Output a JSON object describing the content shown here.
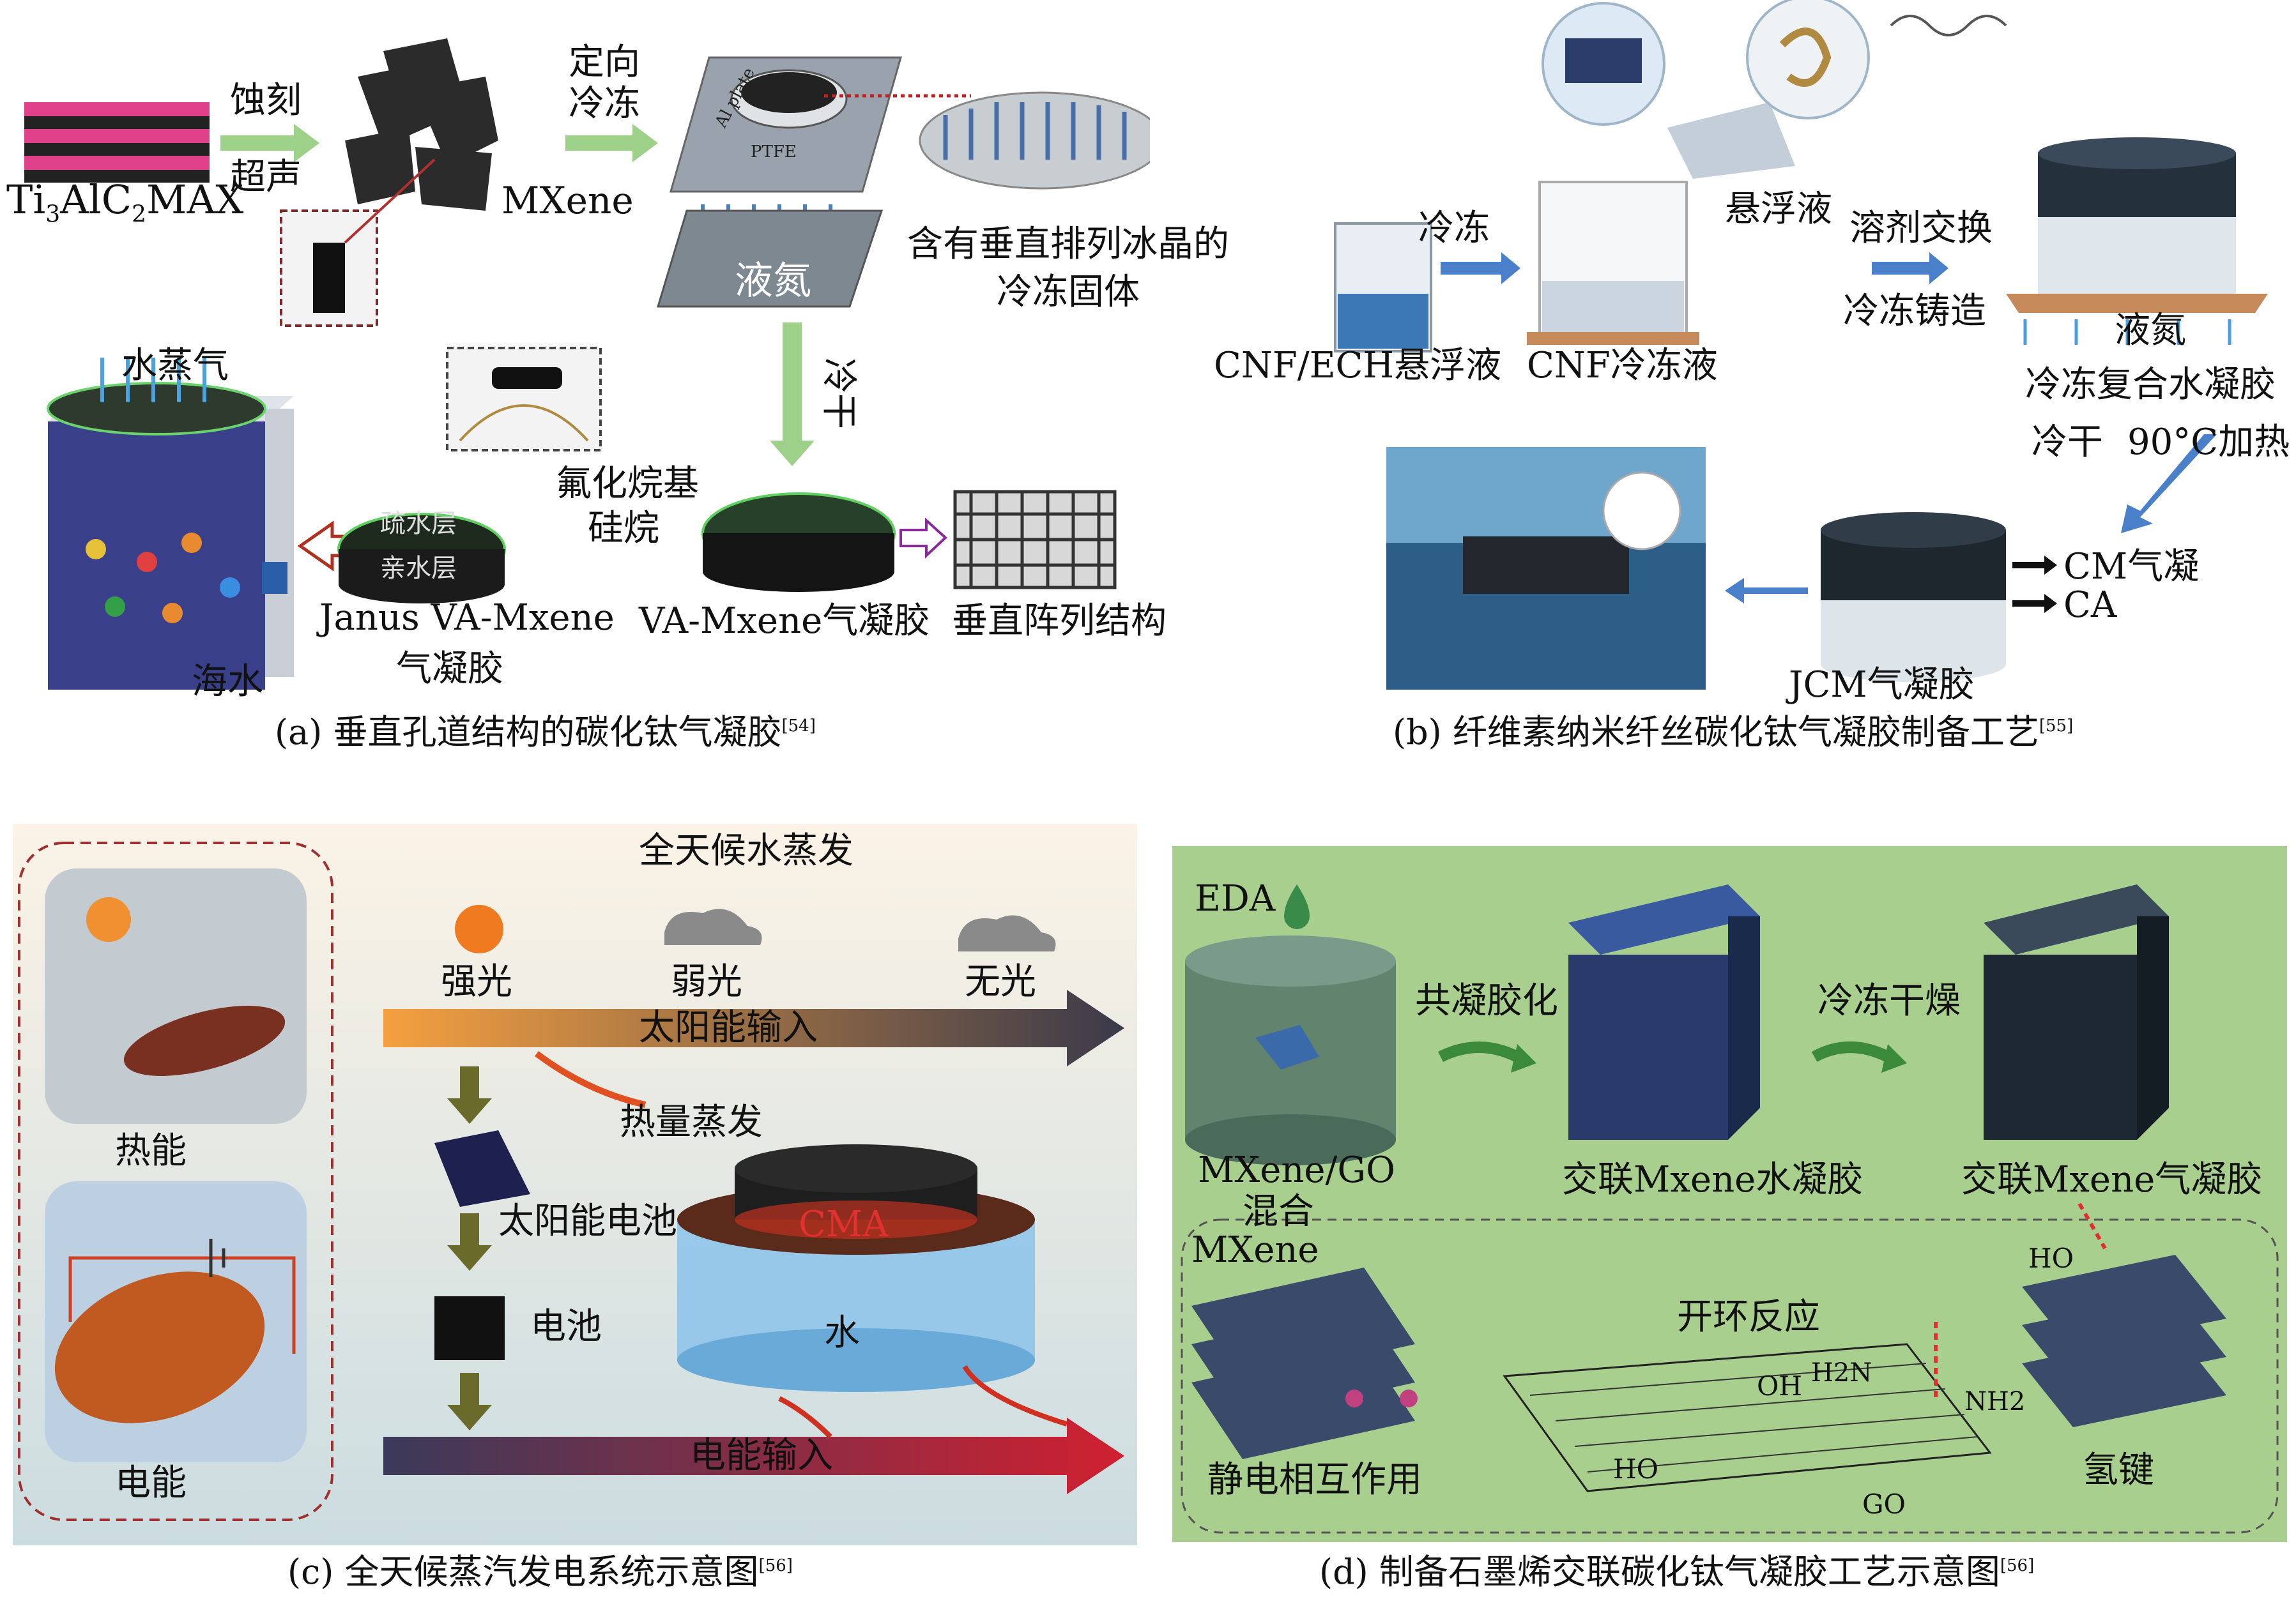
{
  "panel_a": {
    "max_label": "Ti3AlC2MAX",
    "etch": "蚀刻",
    "ultrasound": "超声",
    "mxene": "MXene",
    "directional": "定向",
    "freeze": "冷冻",
    "liquid_nitrogen": "液氮",
    "frozen_solid_l1": "含有垂直排列冰晶的",
    "frozen_solid_l2": "冷冻固体",
    "freeze_dry": "冷干",
    "water_vapor": "水蒸气",
    "fluoro_l1": "氟化烷基",
    "fluoro_l2": "硅烷",
    "hydrophobic_layer": "疏水层",
    "hydrophilic_layer": "亲水层",
    "janus_l1": "Janus VA-Mxene",
    "janus_l2": "气凝胶",
    "va_aerogel": "VA-Mxene气凝胶",
    "vertical_array": "垂直阵列结构",
    "seawater": "海水",
    "plate_text": "Al plate",
    "ptfe_text": "PTFE",
    "caption": "(a) 垂直孔道结构的碳化钛气凝胶",
    "ref": "[54]"
  },
  "panel_b": {
    "freeze": "冷冻",
    "cnf_ech": "CNF/ECH悬浮液",
    "cnf_frozen": "CNF冷冻液",
    "suspension": "悬浮液",
    "solvent_exchange": "溶剂交换",
    "freeze_cast": "冷冻铸造",
    "liquid_nitrogen": "液氮",
    "frozen_hydrogel": "冷冻复合水凝胶",
    "freeze_dry": "冷干",
    "heating": "90°C加热",
    "cm": "CM气凝",
    "ca": "CA",
    "jcm": "JCM气凝胶",
    "caption": "(b) 纤维素纳米纤丝碳化钛气凝胶制备工艺",
    "ref": "[55]"
  },
  "panel_c": {
    "title": "全天候水蒸发",
    "strong": "强光",
    "weak": "弱光",
    "none": "无光",
    "solar_input": "太阳能输入",
    "heat_evap": "热量蒸发",
    "thermal": "热能",
    "solar_cell": "太阳能电池",
    "cma": "CMA",
    "battery": "电池",
    "water": "水",
    "electric": "电能",
    "electric_input": "电能输入",
    "caption": "(c) 全天候蒸汽发电系统示意图",
    "ref": "[56]"
  },
  "panel_d": {
    "eda": "EDA",
    "co_gel": "共凝胶化",
    "freeze_dry": "冷冻干燥",
    "mix_l1": "MXene/GO",
    "mix_l2": "混合",
    "hydrogel": "交联Mxene水凝胶",
    "aerogel": "交联Mxene气凝胶",
    "mxene": "MXene",
    "ring_open": "开环反应",
    "electrostatic": "静电相互作用",
    "hbond": "氢键",
    "ho": "HO",
    "oh": "OH",
    "go": "GO",
    "ho2": "HO",
    "nh2": "NH2",
    "h2n": "H2N",
    "caption": "(d) 制备石墨烯交联碳化钛气凝胶工艺示意图",
    "ref": "[56]"
  },
  "colors": {
    "green_panel": "#a9cf8f",
    "green_arrow": "#9dd18a",
    "blue_arrow": "#4a7fc9",
    "red_dash": "#e03030"
  }
}
